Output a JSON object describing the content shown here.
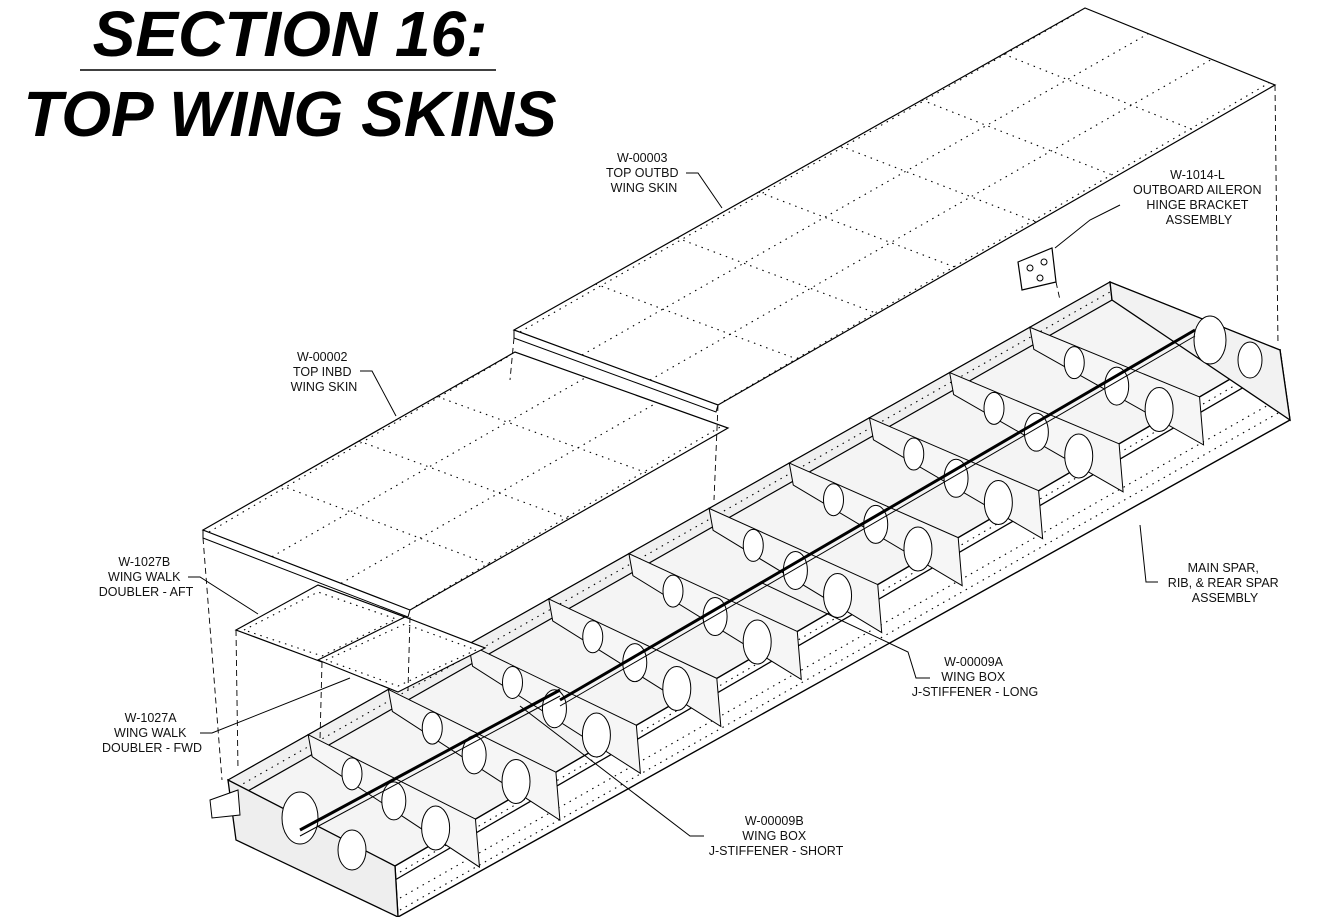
{
  "title": {
    "line1": "SECTION 16:",
    "line2": "TOP WING SKINS"
  },
  "callouts": [
    {
      "id": "w-00003",
      "lines": [
        "W-00003",
        "TOP OUTBD",
        "WING SKIN"
      ]
    },
    {
      "id": "w-1014-l",
      "lines": [
        "W-1014-L",
        "OUTBOARD AILERON",
        "HINGE BRACKET",
        "ASSEMBLY"
      ]
    },
    {
      "id": "w-00002",
      "lines": [
        "W-00002",
        "TOP INBD",
        "WING SKIN"
      ]
    },
    {
      "id": "w-1027b",
      "lines": [
        "W-1027B",
        "WING WALK",
        "DOUBLER - AFT"
      ]
    },
    {
      "id": "main-spar",
      "lines": [
        "MAIN SPAR,",
        "RIB, & REAR SPAR",
        "ASSEMBLY"
      ]
    },
    {
      "id": "w-00009a",
      "lines": [
        "W-00009A",
        "WING BOX",
        "J-STIFFENER - LONG"
      ]
    },
    {
      "id": "w-1027a",
      "lines": [
        "W-1027A",
        "WING WALK",
        "DOUBLER - FWD"
      ]
    },
    {
      "id": "w-00009b",
      "lines": [
        "W-00009B",
        "WING BOX",
        "J-STIFFENER - SHORT"
      ]
    }
  ]
}
